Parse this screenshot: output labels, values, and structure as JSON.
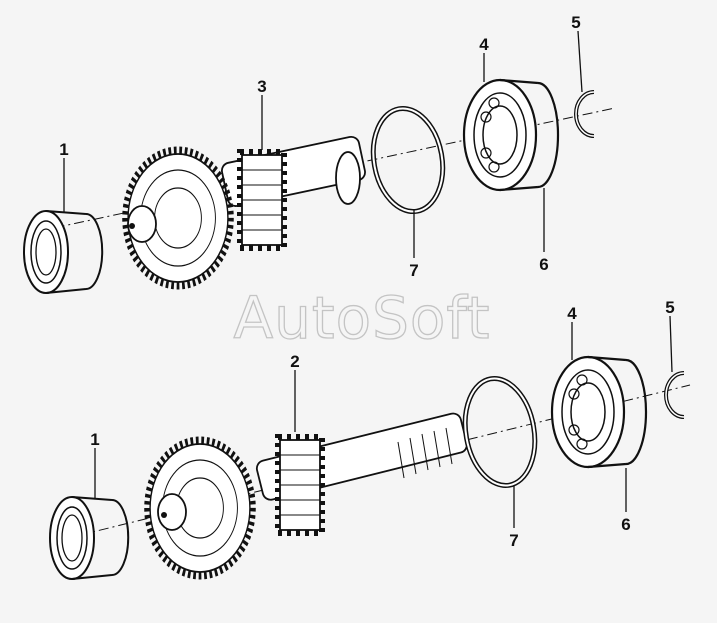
{
  "watermark": "AutoSoft",
  "callouts": {
    "top": [
      "1",
      "3",
      "7",
      "4",
      "5",
      "6"
    ],
    "bottom": [
      "1",
      "2",
      "7",
      "4",
      "5",
      "6"
    ]
  },
  "colors": {
    "background": "#f5f5f5",
    "ink": "#111111",
    "watermark": "#c4c4c4"
  }
}
